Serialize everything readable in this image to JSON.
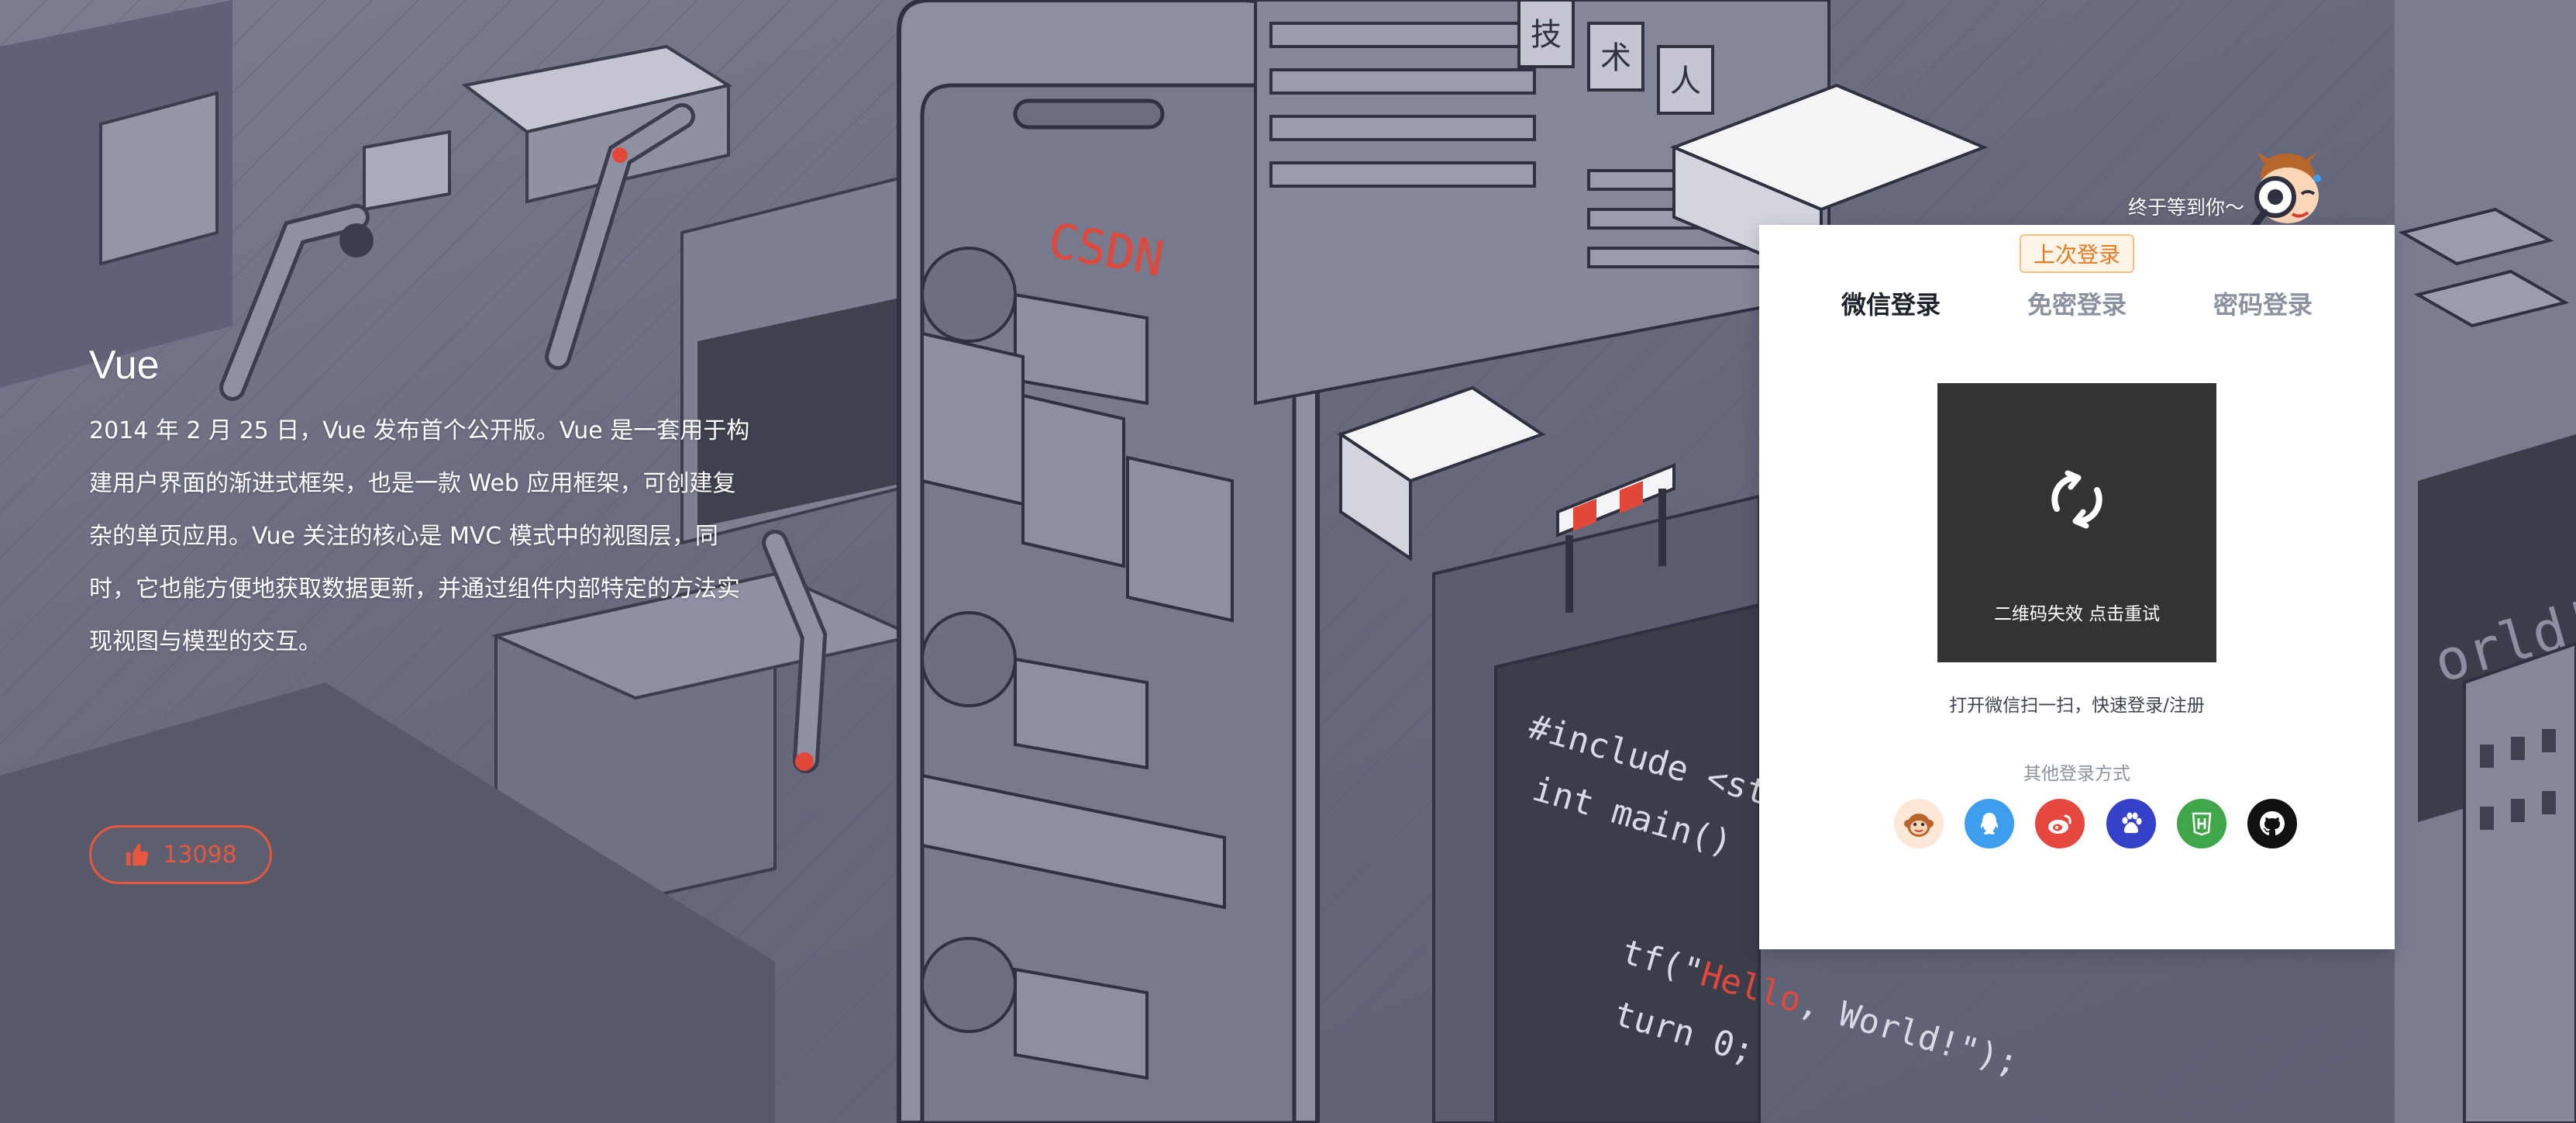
{
  "intro": {
    "title": "Vue",
    "description": "2014 年 2 月 25 日，Vue 发布首个公开版。Vue 是一套用于构建用户界面的渐进式框架，也是一款 Web 应用框架，可创建复杂的单页应用。Vue 关注的核心是 MVC 模式中的视图层，同时，它也能方便地获取数据更新，并通过组件内部特定的方法实现视图与模型的交互。",
    "like_count": "13098"
  },
  "illustration": {
    "screen_logo": "CSDN",
    "code_line_1": "#include <stdio.h>",
    "code_line_2": "int main()",
    "code_line_3_prefix": "tf(\"",
    "code_line_3_highlight": "Hello",
    "code_line_3_suffix": ", World!\");",
    "code_line_4": "turn 0;",
    "wall_text": "orld!",
    "sign_chars": [
      "技",
      "术",
      "人"
    ]
  },
  "login": {
    "greeting": "终于等到你～",
    "last_login_badge": "上次登录",
    "tabs": [
      {
        "label": "微信登录",
        "active": true
      },
      {
        "label": "免密登录",
        "active": false
      },
      {
        "label": "密码登录",
        "active": false
      }
    ],
    "qr_expired_text": "二维码失效 点击重试",
    "qr_hint": "打开微信扫一扫，快速登录/注册",
    "other_login_label": "其他登录方式",
    "social": [
      {
        "icon": "monkey-avatar-icon",
        "color": "#fde7d6"
      },
      {
        "icon": "qq-icon",
        "color": "#3d9ef0"
      },
      {
        "icon": "weibo-icon",
        "color": "#e6473e"
      },
      {
        "icon": "baidu-icon",
        "color": "#3541c8"
      },
      {
        "icon": "html5-icon",
        "color": "#3fa74a"
      },
      {
        "icon": "github-icon",
        "color": "#111111"
      }
    ]
  },
  "colors": {
    "accent_orange": "#e9791f",
    "like_red": "#e6583e",
    "panel_bg": "#ffffff",
    "qr_bg": "#333333"
  }
}
